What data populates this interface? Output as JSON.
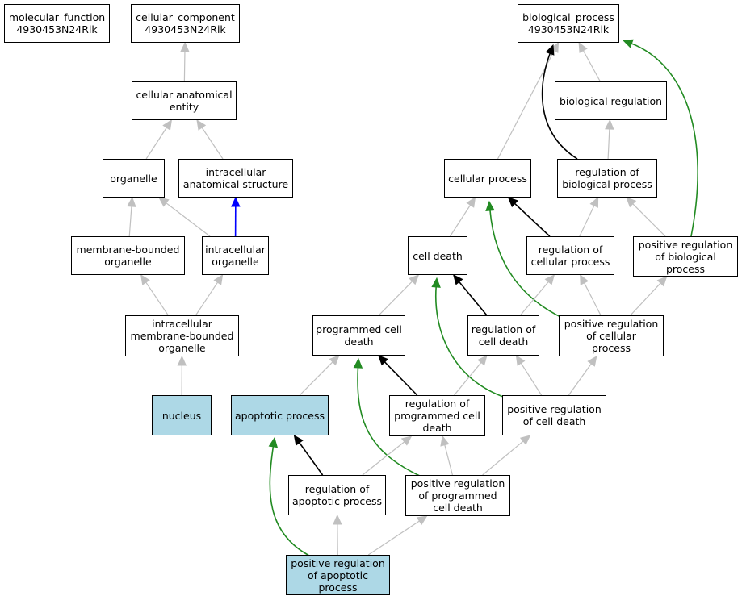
{
  "colors": {
    "is_a": "#c0c0c0",
    "part_of": "#0000ff",
    "regulates": "#000000",
    "positively_regulates": "#228b22",
    "highlight": "#add8e6"
  },
  "nodes": [
    {
      "id": "mf",
      "lines": [
        "molecular_function",
        "4930453N24Rik"
      ]
    },
    {
      "id": "cc",
      "lines": [
        "cellular_component",
        "4930453N24Rik"
      ]
    },
    {
      "id": "bp",
      "lines": [
        "biological_process",
        "4930453N24Rik"
      ]
    },
    {
      "id": "cae",
      "lines": [
        "cellular anatomical",
        "entity"
      ]
    },
    {
      "id": "breg",
      "lines": [
        "biological regulation"
      ]
    },
    {
      "id": "org",
      "lines": [
        "organelle"
      ]
    },
    {
      "id": "ias",
      "lines": [
        "intracellular",
        "anatomical structure"
      ]
    },
    {
      "id": "cp",
      "lines": [
        "cellular process"
      ]
    },
    {
      "id": "rbp",
      "lines": [
        "regulation of",
        "biological process"
      ]
    },
    {
      "id": "mbo",
      "lines": [
        "membrane-bounded",
        "organelle"
      ]
    },
    {
      "id": "io",
      "lines": [
        "intracellular",
        "organelle"
      ]
    },
    {
      "id": "cd",
      "lines": [
        "cell death"
      ]
    },
    {
      "id": "rcp",
      "lines": [
        "regulation of",
        "cellular process"
      ]
    },
    {
      "id": "prbp",
      "lines": [
        "positive regulation",
        "of biological",
        "process"
      ]
    },
    {
      "id": "imbo",
      "lines": [
        "intracellular",
        "membrane-bounded",
        "organelle"
      ]
    },
    {
      "id": "pcd",
      "lines": [
        "programmed cell",
        "death"
      ]
    },
    {
      "id": "rcd",
      "lines": [
        "regulation of",
        "cell death"
      ]
    },
    {
      "id": "prcp",
      "lines": [
        "positive regulation",
        "of cellular",
        "process"
      ]
    },
    {
      "id": "nuc",
      "lines": [
        "nucleus"
      ],
      "highlight": true
    },
    {
      "id": "ap",
      "lines": [
        "apoptotic process"
      ],
      "highlight": true
    },
    {
      "id": "rpcd",
      "lines": [
        "regulation of",
        "programmed cell",
        "death"
      ]
    },
    {
      "id": "prcd",
      "lines": [
        "positive regulation",
        "of cell death"
      ]
    },
    {
      "id": "rap",
      "lines": [
        "regulation of",
        "apoptotic process"
      ]
    },
    {
      "id": "prpcd",
      "lines": [
        "positive regulation",
        "of programmed",
        "cell death"
      ]
    },
    {
      "id": "prap",
      "lines": [
        "positive regulation",
        "of apoptotic",
        "process"
      ],
      "highlight": true
    }
  ],
  "edges": [
    {
      "from": "cae",
      "to": "cc",
      "type": "is_a"
    },
    {
      "from": "org",
      "to": "cae",
      "type": "is_a"
    },
    {
      "from": "ias",
      "to": "cae",
      "type": "is_a"
    },
    {
      "from": "mbo",
      "to": "org",
      "type": "is_a"
    },
    {
      "from": "io",
      "to": "org",
      "type": "is_a"
    },
    {
      "from": "io",
      "to": "ias",
      "type": "part_of"
    },
    {
      "from": "imbo",
      "to": "mbo",
      "type": "is_a"
    },
    {
      "from": "imbo",
      "to": "io",
      "type": "is_a"
    },
    {
      "from": "nuc",
      "to": "imbo",
      "type": "is_a"
    },
    {
      "from": "breg",
      "to": "bp",
      "type": "is_a"
    },
    {
      "from": "cp",
      "to": "bp",
      "type": "is_a"
    },
    {
      "from": "rbp",
      "to": "bp",
      "type": "regulates"
    },
    {
      "from": "prbp",
      "to": "bp",
      "type": "positively_regulates"
    },
    {
      "from": "rbp",
      "to": "breg",
      "type": "is_a"
    },
    {
      "from": "cd",
      "to": "cp",
      "type": "is_a"
    },
    {
      "from": "rcp",
      "to": "cp",
      "type": "regulates"
    },
    {
      "from": "prcp",
      "to": "cp",
      "type": "positively_regulates"
    },
    {
      "from": "rcp",
      "to": "rbp",
      "type": "is_a"
    },
    {
      "from": "prbp",
      "to": "rbp",
      "type": "is_a"
    },
    {
      "from": "pcd",
      "to": "cd",
      "type": "is_a"
    },
    {
      "from": "rcd",
      "to": "cd",
      "type": "regulates"
    },
    {
      "from": "prcd",
      "to": "cd",
      "type": "positively_regulates"
    },
    {
      "from": "rcd",
      "to": "rcp",
      "type": "is_a"
    },
    {
      "from": "prcp",
      "to": "rcp",
      "type": "is_a"
    },
    {
      "from": "prcp",
      "to": "prbp",
      "type": "is_a"
    },
    {
      "from": "ap",
      "to": "pcd",
      "type": "is_a"
    },
    {
      "from": "rpcd",
      "to": "pcd",
      "type": "regulates"
    },
    {
      "from": "prpcd",
      "to": "pcd",
      "type": "positively_regulates"
    },
    {
      "from": "rpcd",
      "to": "rcd",
      "type": "is_a"
    },
    {
      "from": "prcd",
      "to": "rcd",
      "type": "is_a"
    },
    {
      "from": "prcd",
      "to": "prcp",
      "type": "is_a"
    },
    {
      "from": "rap",
      "to": "ap",
      "type": "regulates"
    },
    {
      "from": "prap",
      "to": "ap",
      "type": "positively_regulates"
    },
    {
      "from": "rap",
      "to": "rpcd",
      "type": "is_a"
    },
    {
      "from": "prpcd",
      "to": "rpcd",
      "type": "is_a"
    },
    {
      "from": "prpcd",
      "to": "prcd",
      "type": "is_a"
    },
    {
      "from": "prap",
      "to": "rap",
      "type": "is_a"
    },
    {
      "from": "prap",
      "to": "prpcd",
      "type": "is_a"
    }
  ]
}
